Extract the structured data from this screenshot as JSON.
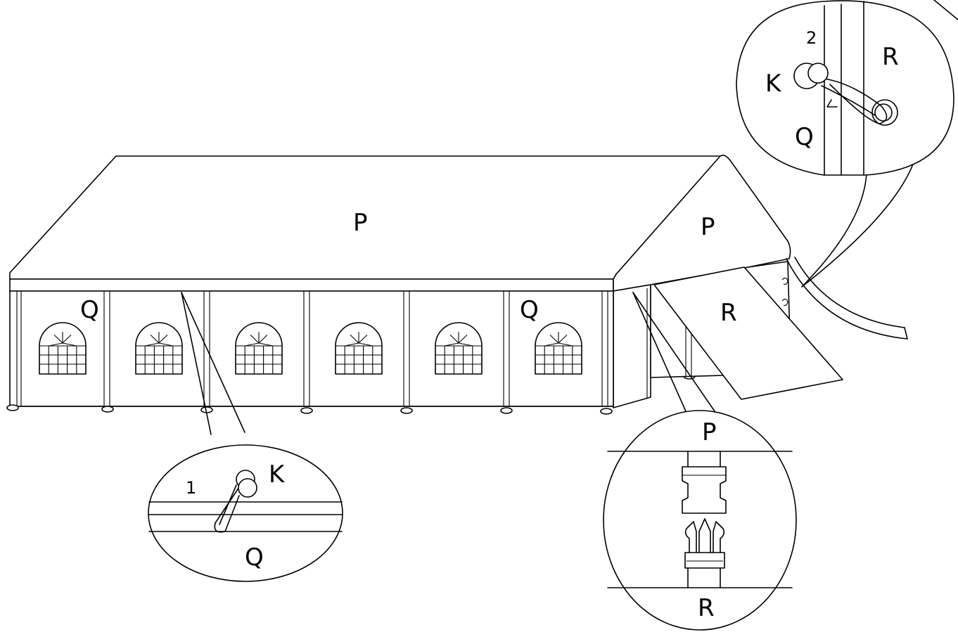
{
  "labels": {
    "roof_main": "P",
    "roof_end": "P",
    "wall_left": "Q",
    "wall_right": "Q",
    "door_panel": "R",
    "detail1_step": "1",
    "detail1_ball": "K",
    "detail1_wall": "Q",
    "detail2_step": "2",
    "detail2_ball": "K",
    "detail2_wall": "Q",
    "detail2_panel": "R",
    "detail3_top": "P",
    "detail3_bottom": "R"
  }
}
